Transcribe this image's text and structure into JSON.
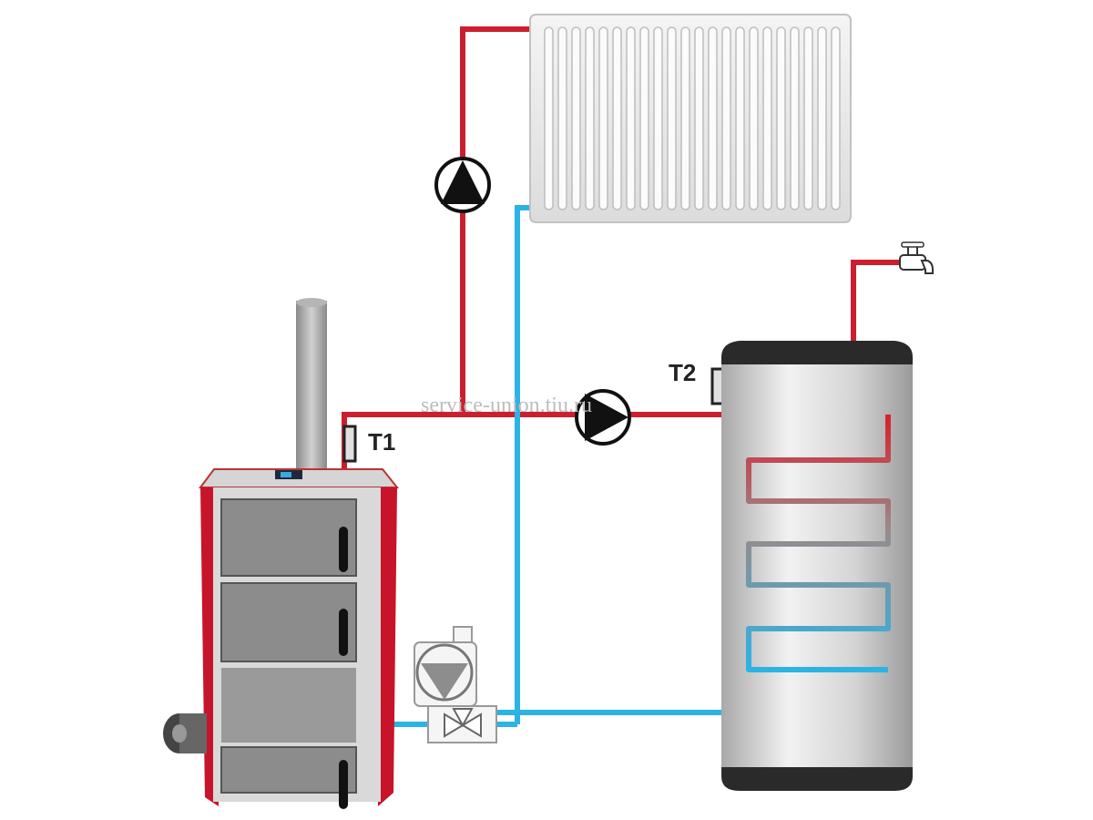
{
  "labels": {
    "t1": "T1",
    "t2": "T2"
  },
  "watermark": "service-union.tiu.ru",
  "colors": {
    "hot_pipe": "#cc1f2e",
    "cold_pipe": "#2bb3e6",
    "boiler_red": "#c8142a",
    "boiler_grey": "#8a8a8a",
    "tank_grey": "#c9c9c9",
    "tank_dark": "#2a2a2a"
  },
  "icons": [
    "pump-icon",
    "mixing-valve-icon",
    "faucet-icon",
    "sensor-icon"
  ]
}
